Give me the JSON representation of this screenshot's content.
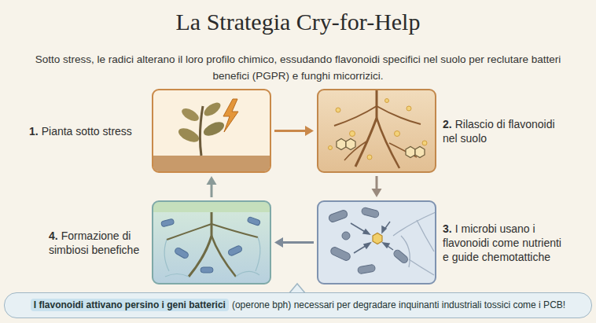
{
  "diagram": {
    "title": "La Strategia Cry-for-Help",
    "nodes": [
      {
        "text": [
          "1.",
          "Pianta sotto stress"
        ]
      },
      {
        "text": [
          "2.",
          "Rilascio di flavonoidi nel suolo"
        ]
      },
      {
        "text": [
          "3.",
          "I microbi usano i flavonoidi come nutrienti e guide chemotattiche"
        ]
      },
      {
        "text": [
          "4.",
          "Formazione di simbiosi benefiche"
        ]
      },
      {
        "text": [
          "I flavonoidi attivano persino i geni batterici",
          "(operone bph) necessari per degradare inquinanti industriali tossici come i PCB!"
        ]
      }
    ],
    "edges": [
      {
        "from": 0,
        "to": 1,
        "arrow": "to"
      },
      {
        "from": 1,
        "to": 2,
        "arrow": "to"
      },
      {
        "from": 2,
        "to": 3,
        "arrow": "to"
      },
      {
        "from": 3,
        "to": 0,
        "arrow": "to"
      }
    ],
    "labels": [
      "Sotto stress, le radici alterano il loro profilo chimico, essudando flavonoidi specifici nel suolo per reclutare batteri benefici (PGPR) e funghi micorrizici."
    ]
  }
}
